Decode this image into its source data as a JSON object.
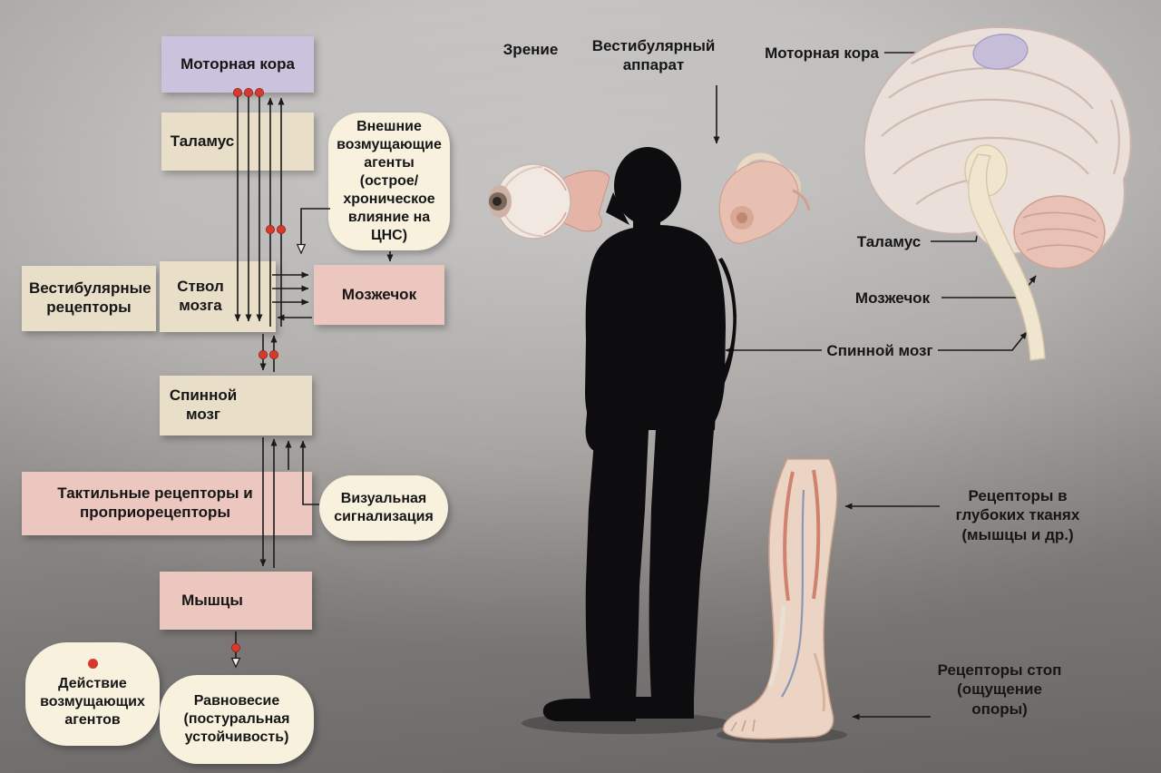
{
  "flowchart": {
    "motor_cortex": "Моторная кора",
    "thalamus": "Таламус",
    "external_agents": "Внешние возмущающие агенты (острое/ хроническое влияние на ЦНС)",
    "vestibular_receptors": "Вестибулярные рецепторы",
    "brainstem": "Ствол мозга",
    "cerebellum": "Мозжечок",
    "spinal_cord": "Спинной мозг",
    "tactile": "Тактильные рецепторы и проприорецепторы",
    "visual_signaling": "Визуальная сигнализация",
    "muscles": "Мышцы",
    "perturbing_agents": "Действие возмущающих агентов",
    "equilibrium": "Равновесие (постуральная устойчивость)"
  },
  "anatomy": {
    "vision": "Зрение",
    "vestibular_apparatus": "Вестибулярный аппарат",
    "motor_cortex": "Моторная кора",
    "thalamus": "Таламус",
    "cerebellum": "Мозжечок",
    "spinal_cord": "Спинной мозг",
    "deep_tissue_receptors": "Рецепторы в глубоких тканях (мышцы и др.)",
    "foot_receptors": "Рецепторы стоп (ощущение опоры)"
  },
  "colors": {
    "box_lavender": "#cbc3dd",
    "box_beige": "#e9dfc9",
    "box_pink": "#ecc7c0",
    "bubble_cream": "#f7f1de",
    "dot_red": "#d63a2c",
    "text": "#161616"
  }
}
